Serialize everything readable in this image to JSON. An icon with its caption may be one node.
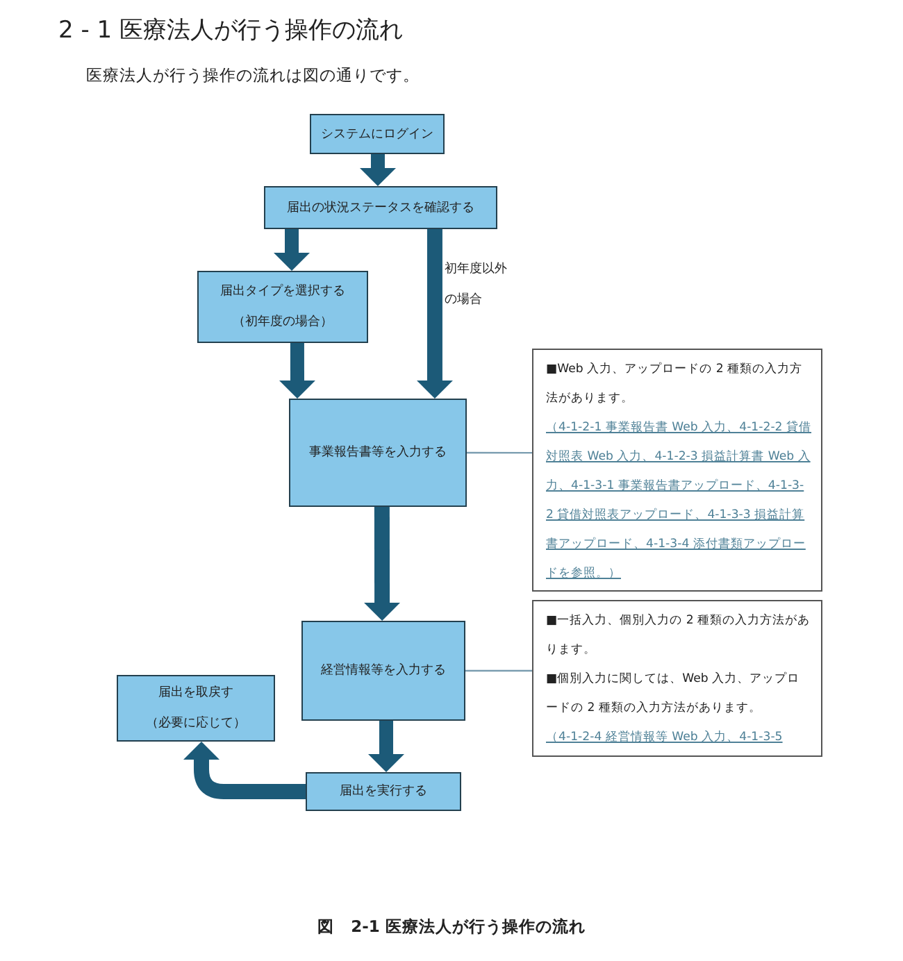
{
  "diagram": {
    "title": "2 - 1 医療法人が行う操作の流れ",
    "caption": "図　2-1 医療法人が行う操作の流れ",
    "nodes": [
      {
        "text": [
          "システムにログイン"
        ]
      },
      {
        "text": [
          "届出の状況ステータスを確認する"
        ]
      },
      {
        "text": [
          "届出タイプを選択する",
          "（初年度の場合）"
        ]
      },
      {
        "text": [
          "事業報告書等を入力する"
        ]
      },
      {
        "text": [
          "■Web 入力、アップロードの 2 種類の入力方法があります。",
          "（4-1-2-1 事業報告書 Web 入力、4-1-2-2 貸借対照表 Web 入力、4-1-2-3 損益計算書 Web 入力、4-1-3-1 事業報告書アップロード、4-1-3-2 貸借対照表アップロード、4-1-3-3 損益計算書アップロード、4-1-3-4 添付書類アップロードを参照。）"
        ]
      },
      {
        "text": [
          "経営情報等を入力する"
        ]
      },
      {
        "text": [
          "■一括入力、個別入力の 2 種類の入力方法があります。",
          "■個別入力に関しては、Web 入力、アップロードの 2 種類の入力方法があります。",
          "（4-1-2-4 経営情報等 Web 入力、4-1-3-5"
        ]
      },
      {
        "text": [
          "届出を取戻す",
          "（必要に応じて）"
        ]
      },
      {
        "text": [
          "届出を実行する"
        ]
      }
    ],
    "edges": [
      {
        "from": 0,
        "to": 1,
        "arrow": "to"
      },
      {
        "from": 1,
        "to": 2,
        "arrow": "to"
      },
      {
        "from": 1,
        "to": 3,
        "arrow": "to",
        "label": "初年度以外の場合"
      },
      {
        "from": 2,
        "to": 3,
        "arrow": "to"
      },
      {
        "from": 3,
        "to": 5,
        "arrow": "to"
      },
      {
        "from": 5,
        "to": 8,
        "arrow": "to"
      },
      {
        "from": 8,
        "to": 7,
        "arrow": "to"
      },
      {
        "from": 3,
        "to": 4,
        "arrow": "none",
        "color": "#7a9db0"
      },
      {
        "from": 5,
        "to": 6,
        "arrow": "none",
        "color": "#7a9db0"
      }
    ],
    "labels": [
      "医療法人が行う操作の流れは図の通りです。"
    ]
  }
}
